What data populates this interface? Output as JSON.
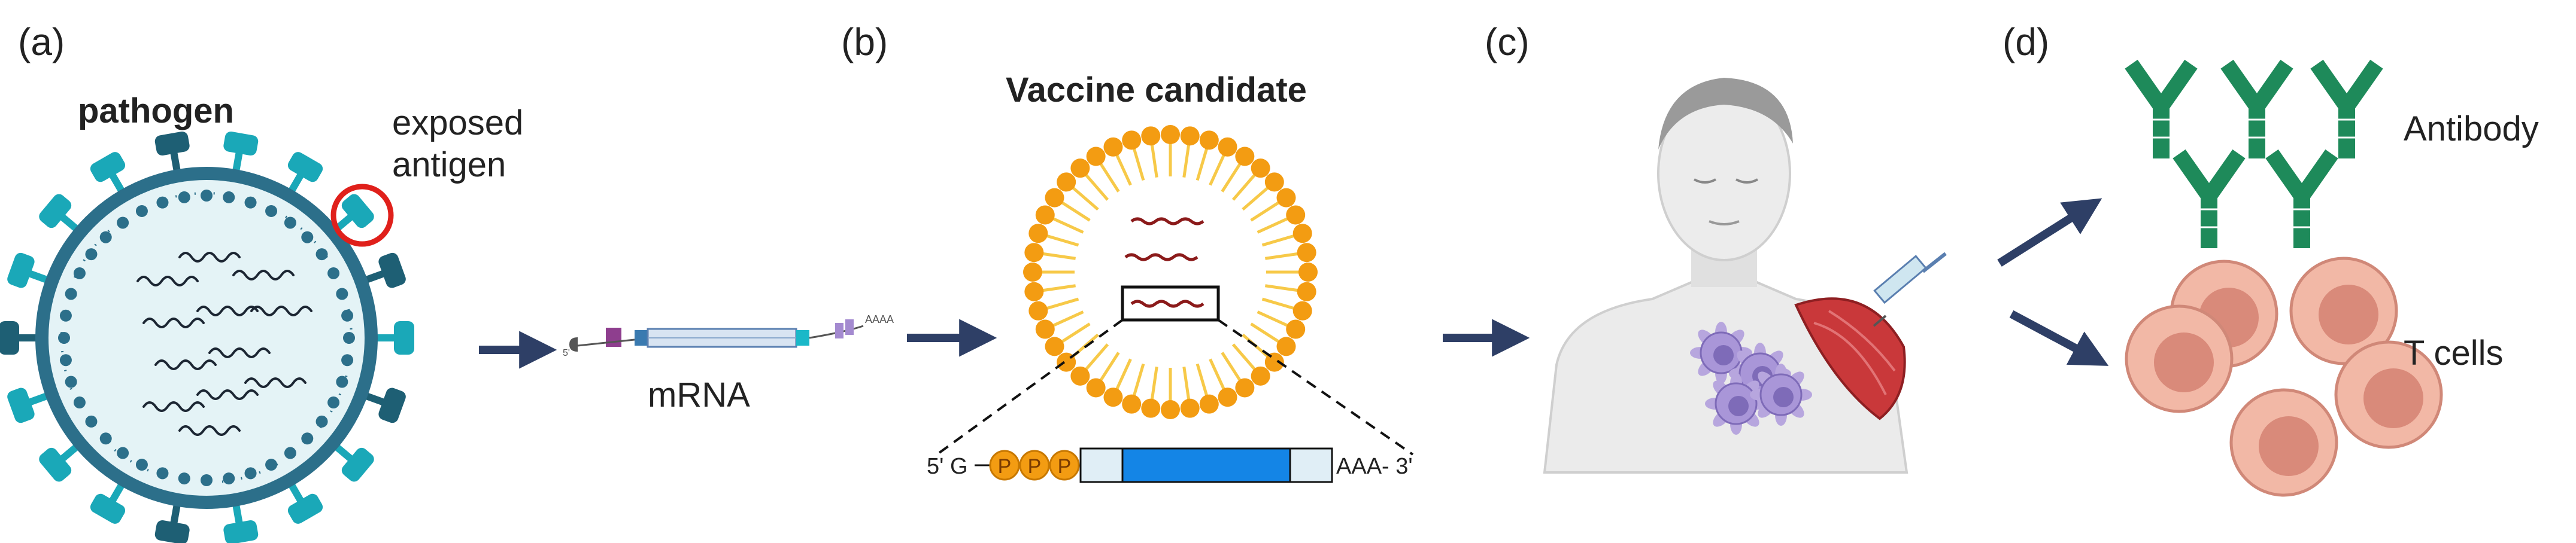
{
  "panels": {
    "a": {
      "letter": "(a)",
      "title": "pathogen",
      "callout": [
        "exposed",
        "antigen"
      ],
      "product": "mRNA"
    },
    "b": {
      "letter": "(b)",
      "title": "Vaccine candidate",
      "construct": {
        "five_prime": "5' G",
        "cap": [
          "P",
          "P",
          "P"
        ],
        "three_prime": "AAA- 3'"
      }
    },
    "c": {
      "letter": "(c)"
    },
    "d": {
      "letter": "(d)",
      "outputs": [
        "Antibody",
        "T cells"
      ]
    }
  },
  "colors": {
    "teal": "#1aa8b8",
    "dark_teal": "#1e5f74",
    "membrane": "#2c6f8a",
    "navy_arrow": "#2e3f66",
    "lipid_head": "#f39c12",
    "lipid_tail": "#f7c948",
    "mrna": "#8b1a1a",
    "coding_blue": "#1485e6",
    "antibody_green": "#1e8a5a",
    "t_cell": "#f2b8a6",
    "t_cell_nucleus": "#d98a7a",
    "muscle": "#c9383a",
    "highlight_ring": "#e0201b",
    "skin": "#e8e8e8"
  },
  "icons": [
    "virus-particle",
    "mrna-strand",
    "lipid-nanoparticle",
    "person-vaccination",
    "syringe",
    "antibody",
    "t-cell"
  ]
}
